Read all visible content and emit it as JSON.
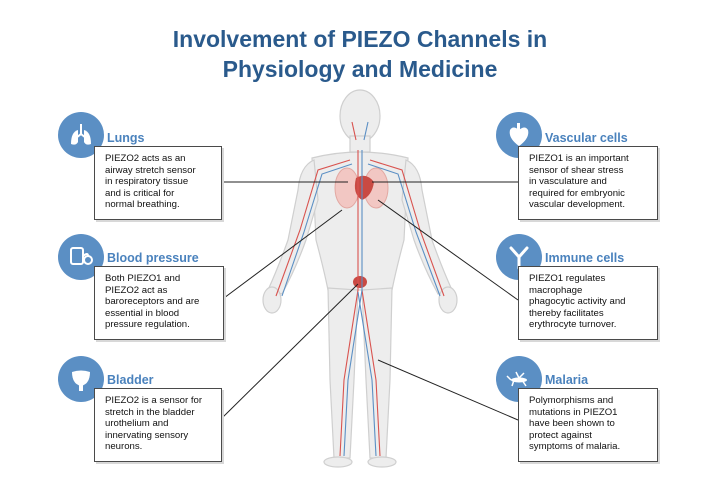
{
  "title": "Involvement of PIEZO Channels in\nPhysiology and Medicine",
  "cards": {
    "lungs": {
      "title": "Lungs",
      "text": "PIEZO2 acts as an\nairway stretch sensor\nin respiratory tissue\nand is critical for\nnormal breathing.",
      "icon": "lungs-icon"
    },
    "blood_pressure": {
      "title": "Blood pressure",
      "text": "Both PIEZO1 and\nPIEZO2 act as\nbaroreceptors and are\nessential in blood\npressure regulation.",
      "icon": "blood-pressure-monitor-icon"
    },
    "bladder": {
      "title": "Bladder",
      "text": "PIEZO2 is a sensor for\nstretch in the bladder\nurothelium and\ninnervating sensory\nneurons.",
      "icon": "bladder-icon"
    },
    "vascular": {
      "title": "Vascular cells",
      "text": "PIEZO1 is an important\nsensor of shear stress\nin vasculature and\nrequired for embryonic\nvascular development.",
      "icon": "heart-icon"
    },
    "immune": {
      "title": "Immune cells",
      "text": "PIEZO1 regulates\nmacrophage\nphagocytic activity and\nthereby facilitates\nerythrocyte turnover.",
      "icon": "antibody-icon"
    },
    "malaria": {
      "title": "Malaria",
      "text": "Polymorphisms and\nmutations in PIEZO1\nhave been shown to\nprotect against\nsymptoms of malaria.",
      "icon": "mosquito-icon"
    }
  },
  "colors": {
    "title": "#2a5a8c",
    "accent": "#4a82bd",
    "icon_bg": "#5b8fc4",
    "artery": "#d9534f",
    "vein": "#5b8fc4"
  }
}
